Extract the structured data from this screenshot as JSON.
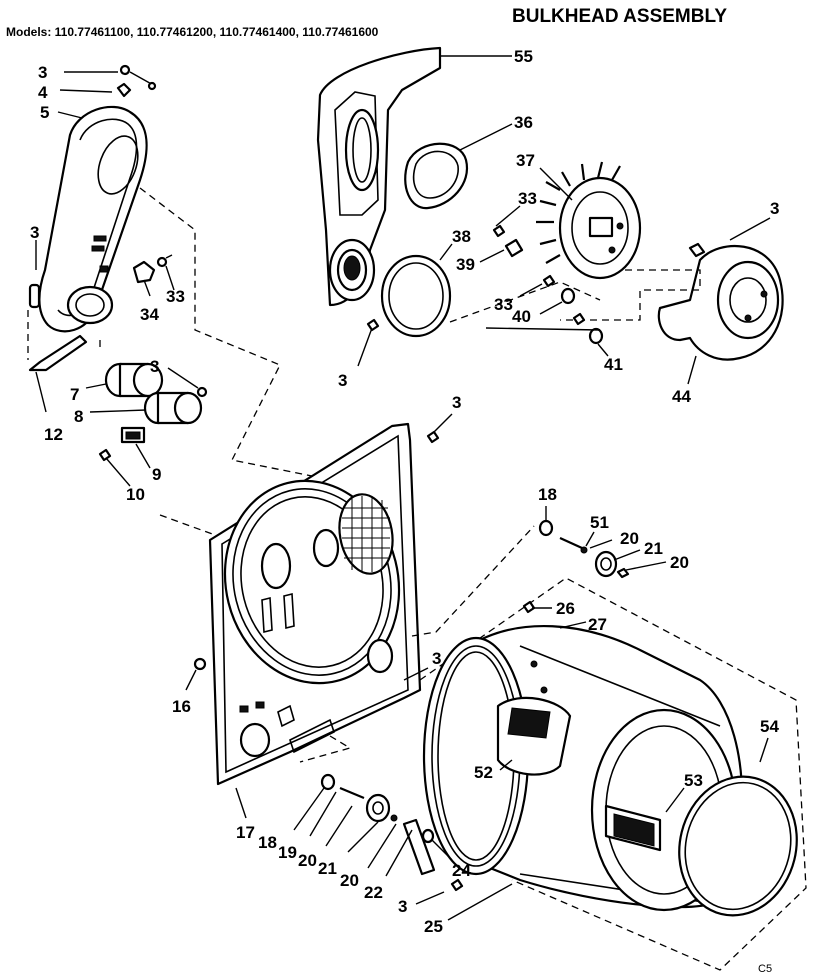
{
  "header": {
    "models": "Models: 110.77461100, 110.77461200, 110.77461400, 110.77461600",
    "title": "BULKHEAD ASSEMBLY"
  },
  "callouts": [
    {
      "id": "c3a",
      "text": "3"
    },
    {
      "id": "c4",
      "text": "4"
    },
    {
      "id": "c5",
      "text": "5"
    },
    {
      "id": "c3b",
      "text": "3"
    },
    {
      "id": "c34",
      "text": "34"
    },
    {
      "id": "c33a",
      "text": "33"
    },
    {
      "id": "c12",
      "text": "12"
    },
    {
      "id": "c7",
      "text": "7"
    },
    {
      "id": "c3c",
      "text": "3"
    },
    {
      "id": "c8",
      "text": "8"
    },
    {
      "id": "c9",
      "text": "9"
    },
    {
      "id": "c10",
      "text": "10"
    },
    {
      "id": "c55",
      "text": "55"
    },
    {
      "id": "c36",
      "text": "36"
    },
    {
      "id": "c37",
      "text": "37"
    },
    {
      "id": "c33b",
      "text": "33"
    },
    {
      "id": "c38",
      "text": "38"
    },
    {
      "id": "c39",
      "text": "39"
    },
    {
      "id": "c3d",
      "text": "3"
    },
    {
      "id": "c33c",
      "text": "33"
    },
    {
      "id": "c40",
      "text": "40"
    },
    {
      "id": "c41",
      "text": "41"
    },
    {
      "id": "c44",
      "text": "44"
    },
    {
      "id": "c3e",
      "text": "3"
    },
    {
      "id": "c3f",
      "text": "3"
    },
    {
      "id": "c18a",
      "text": "18"
    },
    {
      "id": "c51",
      "text": "51"
    },
    {
      "id": "c20a",
      "text": "20"
    },
    {
      "id": "c21a",
      "text": "21"
    },
    {
      "id": "c20b",
      "text": "20"
    },
    {
      "id": "c26",
      "text": "26"
    },
    {
      "id": "c27",
      "text": "27"
    },
    {
      "id": "c16",
      "text": "16"
    },
    {
      "id": "c3g",
      "text": "3"
    },
    {
      "id": "c52",
      "text": "52"
    },
    {
      "id": "c54",
      "text": "54"
    },
    {
      "id": "c53",
      "text": "53"
    },
    {
      "id": "c17",
      "text": "17"
    },
    {
      "id": "c18b",
      "text": "18"
    },
    {
      "id": "c19",
      "text": "19"
    },
    {
      "id": "c20c",
      "text": "20"
    },
    {
      "id": "c21b",
      "text": "21"
    },
    {
      "id": "c20d",
      "text": "20"
    },
    {
      "id": "c22",
      "text": "22"
    },
    {
      "id": "c24",
      "text": "24"
    },
    {
      "id": "c3h",
      "text": "3"
    },
    {
      "id": "c25",
      "text": "25"
    }
  ],
  "footer": {
    "code": "C5"
  }
}
